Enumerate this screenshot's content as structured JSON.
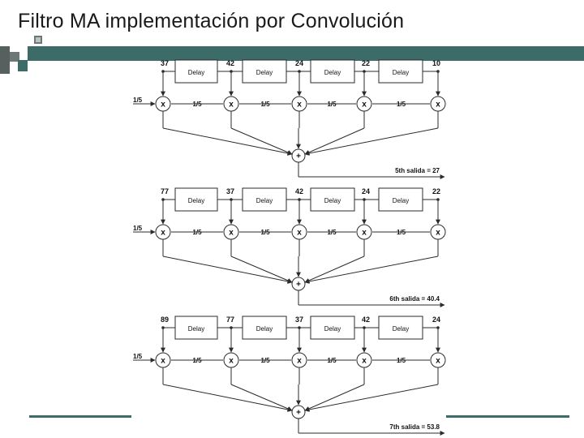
{
  "title": "Filtro MA implementación por Convolución",
  "colors": {
    "accent": "#3d6b68",
    "line": "#2b2b2b",
    "box_fill": "#ffffff"
  },
  "labels": {
    "delay": "Delay",
    "coef": "1/5",
    "mult": "x",
    "sum": "+"
  },
  "stages": [
    {
      "inputs": [
        "37",
        "42",
        "24",
        "22",
        "10"
      ],
      "output": "5th salida = 27"
    },
    {
      "inputs": [
        "77",
        "37",
        "42",
        "24",
        "22"
      ],
      "output": "6th salida = 40.4"
    },
    {
      "inputs": [
        "89",
        "77",
        "37",
        "42",
        "24"
      ],
      "output": "7th salida = 53.8"
    }
  ]
}
